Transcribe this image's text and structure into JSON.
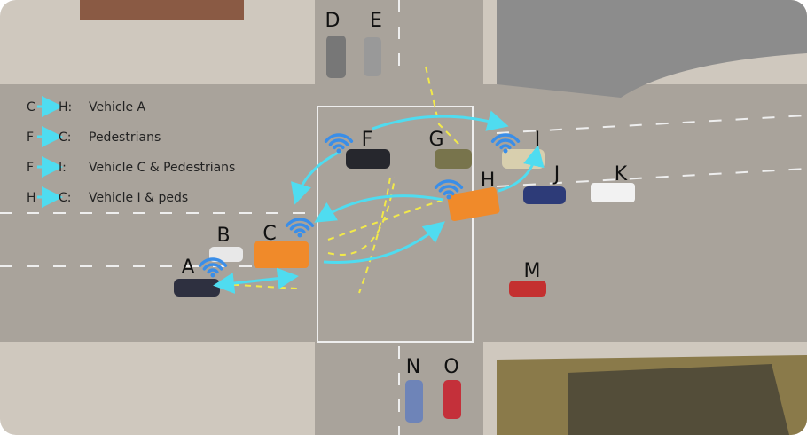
{
  "legend": [
    {
      "from": "C",
      "to": "H",
      "text": "Vehicle A"
    },
    {
      "from": "F",
      "to": "C",
      "text": "Pedestrians"
    },
    {
      "from": "F",
      "to": "I",
      "text": "Vehicle C & Pedestrians"
    },
    {
      "from": "H",
      "to": "C",
      "text": "Vehicle I & peds"
    }
  ],
  "vehicle_labels": {
    "A": "A",
    "B": "B",
    "C": "C",
    "D": "D",
    "E": "E",
    "F": "F",
    "G": "G",
    "H": "H",
    "I": "I",
    "J": "J",
    "K": "K",
    "M": "M",
    "N": "N",
    "O": "O"
  },
  "colors": {
    "arrow": "#4fdcf0",
    "path": "#f2e94a",
    "wifi": "#3a8ee8",
    "road": "#a9a39b",
    "sidewalk": "#cfc8be"
  }
}
